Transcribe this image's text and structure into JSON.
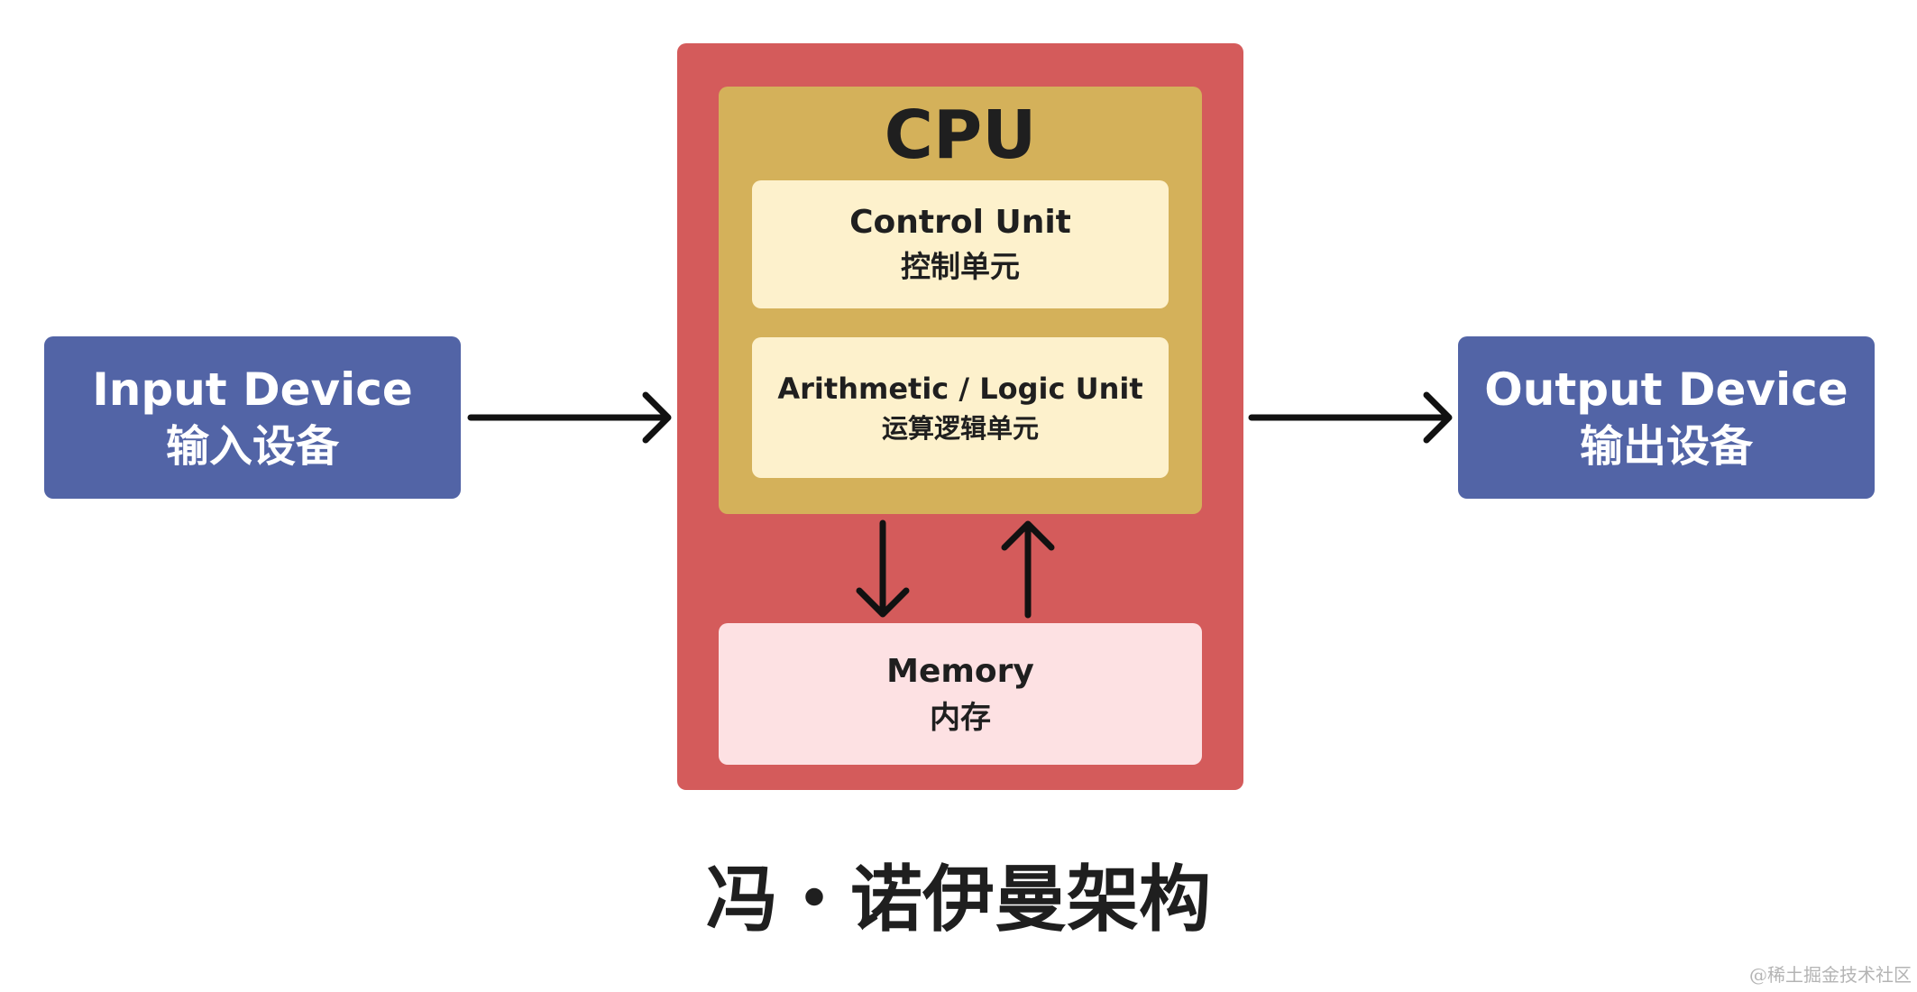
{
  "input_device": {
    "label_en": "Input Device",
    "label_zh": "输入设备"
  },
  "output_device": {
    "label_en": "Output Device",
    "label_zh": "输出设备"
  },
  "cpu": {
    "title": "CPU",
    "control_unit": {
      "label_en": "Control Unit",
      "label_zh": "控制单元"
    },
    "alu": {
      "label_en": "Arithmetic / Logic Unit",
      "label_zh": "运算逻辑单元"
    }
  },
  "memory": {
    "label_en": "Memory",
    "label_zh": "内存"
  },
  "caption": "冯・诺伊曼架构",
  "watermark": "@稀土掘金技术社区",
  "colors": {
    "device": "#5264a6",
    "cpu_outer": "#d45b5b",
    "cpu_core": "#d4b15a",
    "unit": "#fdf1cc",
    "memory": "#fde1e3",
    "arrow": "#111111"
  }
}
